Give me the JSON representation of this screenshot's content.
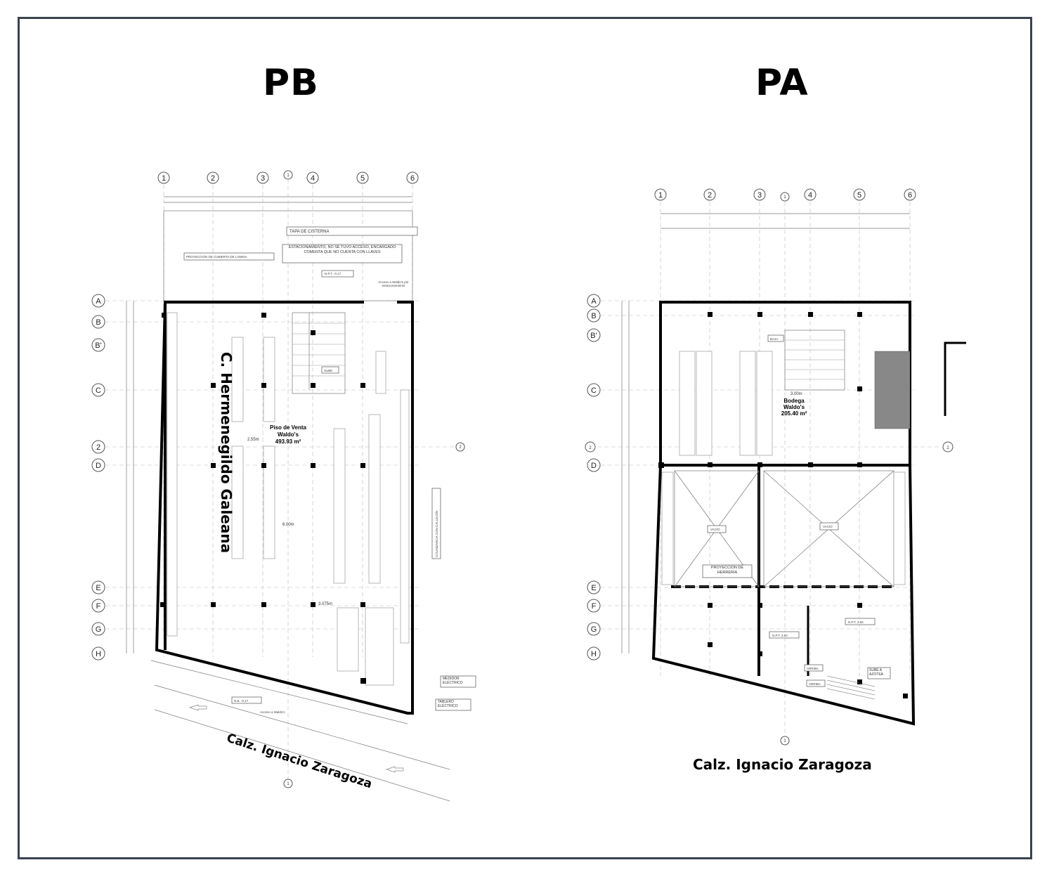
{
  "titles": {
    "left": "PB",
    "right": "PA"
  },
  "streets": {
    "left_side": "C. Hermenegildo Galeana",
    "left_bottom": "Calz. Ignacio Zaragoza",
    "right_bottom": "Calz. Ignacio Zaragoza"
  },
  "axes": {
    "numbers": [
      "1",
      "2",
      "3",
      "4",
      "5",
      "6"
    ],
    "letters": [
      "A",
      "B",
      "B'",
      "C",
      "2",
      "D",
      "E",
      "F",
      "G",
      "H"
    ],
    "diag_marker": "1"
  },
  "pb_labels": {
    "tapa": "TAPA DE CISTERNA",
    "proyeccion": "PROYECCIÓN DE CUBIERTA DE LÁMINA",
    "estacionamiento": "ESTACIONAMIENTO, NO SE TUVO ACCESO, ENCARGADO COMENTA QUE NO CUENTA CON LLAVES",
    "npt": "N.P.T. -0.17",
    "acceso_estac": "Acceso a Waldo's por estacionamiento",
    "sube": "SUBE",
    "piso_venta_1": "Piso de Venta",
    "piso_venta_2": "Waldo's",
    "piso_venta_3": "493.93 m²",
    "colindancia": "COLINDANCIA CON CALLEJÓN",
    "medidor": "MEDIDOR ELÉCTRICO",
    "tablero": "TABLERO ELÉCTRICO",
    "nb": "N.B. -0.17",
    "acceso": "Acceso a Waldo's",
    "altura1": "2.55m",
    "altura2": "6.00m",
    "altura3": "3.075m"
  },
  "pa_labels": {
    "baja": "BAJA",
    "bodega_1": "Bodega",
    "bodega_2": "Waldo's",
    "bodega_3": "205.40 m²",
    "altura": "3.00m",
    "vacio": "VACÍO",
    "proyeccion_herreria": "PROYECCIÓN DE HERRERIA",
    "npt1": "N.P.T. 3.50",
    "npt2": "N.P.T. 3.50",
    "arriba": "ARRIBA",
    "sube_azotea": "SUBE A AZOTEA"
  }
}
